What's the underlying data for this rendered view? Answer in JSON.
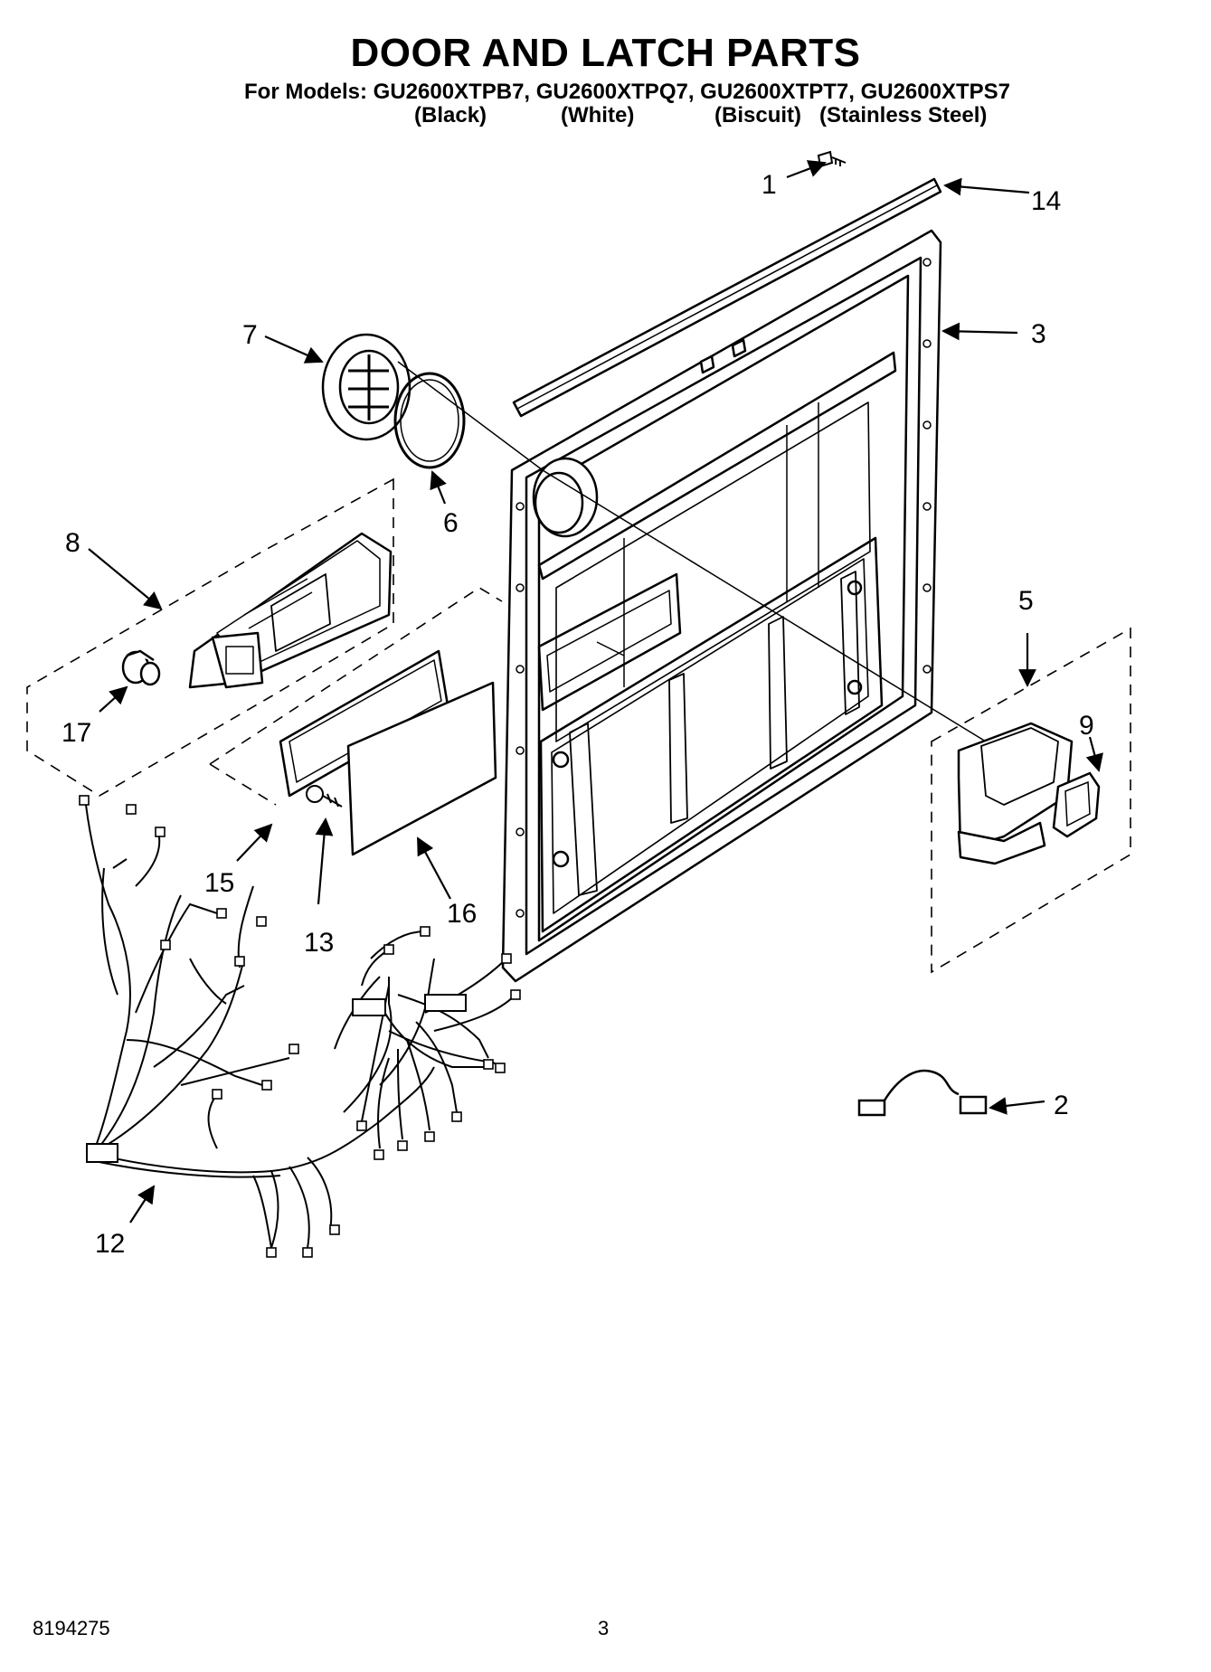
{
  "header": {
    "title": "DOOR AND LATCH PARTS",
    "models_line": "For Models: GU2600XTPB7, GU2600XTPQ7, GU2600XTPT7, GU2600XTPS7",
    "variants": [
      "(Black)",
      "(White)",
      "(Biscuit)",
      "(Stainless Steel)"
    ]
  },
  "callouts": {
    "c1": "1",
    "c2": "2",
    "c3": "3",
    "c5": "5",
    "c6": "6",
    "c7": "7",
    "c8": "8",
    "c9": "9",
    "c12": "12",
    "c13": "13",
    "c14": "14",
    "c15": "15",
    "c16": "16",
    "c17": "17"
  },
  "footer": {
    "doc_number": "8194275",
    "page_number": "3"
  }
}
